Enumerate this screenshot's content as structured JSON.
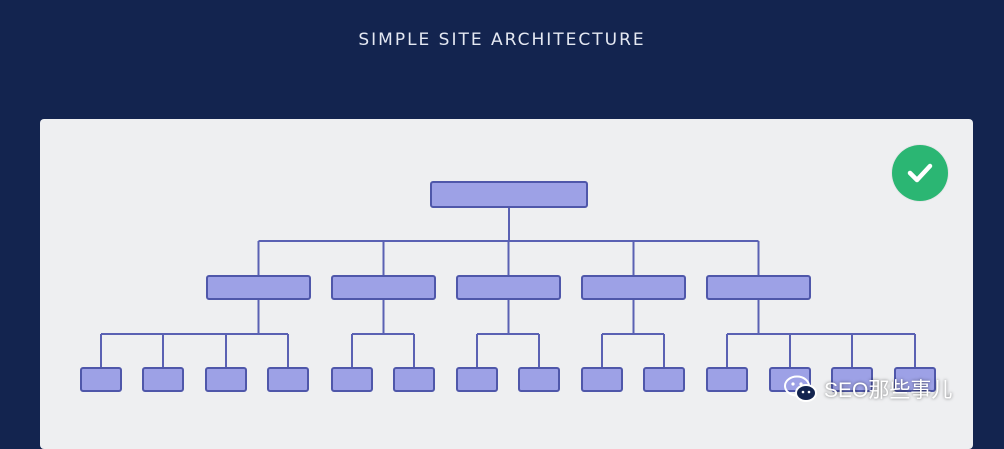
{
  "title": "SIMPLE SITE ARCHITECTURE",
  "status_icon": "checkmark-icon",
  "colors": {
    "background": "#13244f",
    "panel": "#eeeff1",
    "node_fill": "#9da1e6",
    "node_border": "#4f57aa",
    "connector": "#5a61b3",
    "check": "#2bb673"
  },
  "tree": {
    "levels": 3,
    "root_count": 1,
    "level2_count": 5,
    "level3_counts": [
      4,
      2,
      2,
      2,
      4
    ]
  },
  "watermark": {
    "icon": "wechat-icon",
    "text": "SEO那些事儿"
  }
}
